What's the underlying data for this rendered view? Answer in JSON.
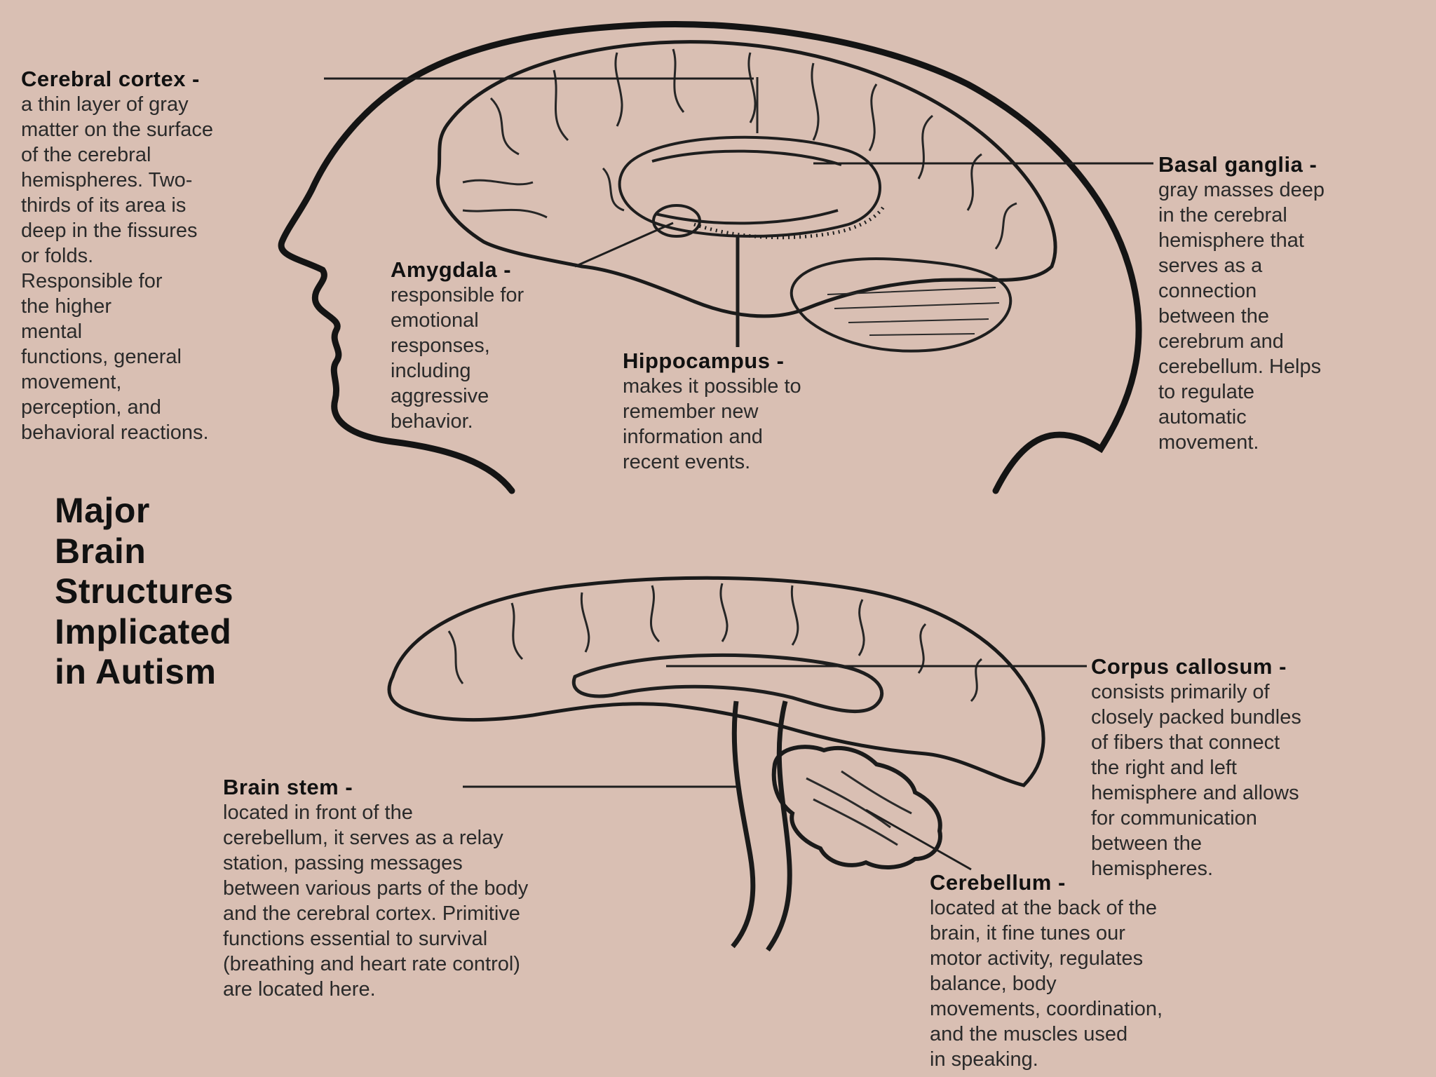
{
  "title": "Major\nBrain\nStructures\nImplicated\nin Autism",
  "labels": {
    "cerebral_cortex": {
      "term": "Cerebral cortex -",
      "desc": "a thin layer of gray\nmatter on the surface\nof the cerebral\nhemispheres. Two-\nthirds of its area is\ndeep in the fissures\nor folds.\nResponsible for\nthe higher\nmental\nfunctions, general\nmovement,\nperception, and\nbehavioral reactions."
    },
    "amygdala": {
      "term": "Amygdala -",
      "desc": "responsible for\nemotional\nresponses,\nincluding\naggressive\nbehavior."
    },
    "hippocampus": {
      "term": "Hippocampus -",
      "desc": "makes it possible to\nremember new\ninformation and\nrecent events."
    },
    "basal_ganglia": {
      "term": "Basal ganglia -",
      "desc": "gray masses deep\nin the cerebral\nhemisphere that\nserves as a\nconnection\nbetween the\ncerebrum and\ncerebellum. Helps\nto regulate\nautomatic\nmovement."
    },
    "corpus_callosum": {
      "term": "Corpus callosum -",
      "desc": "consists primarily of\nclosely packed bundles\nof fibers that connect\nthe right and left\nhemisphere and allows\nfor communication\nbetween the\nhemispheres."
    },
    "brain_stem": {
      "term": "Brain stem -",
      "desc": "located in front of the\ncerebellum, it serves as a relay\nstation, passing messages\nbetween various parts of the body\nand the cerebral cortex. Primitive\nfunctions essential to survival\n(breathing and heart rate control)\nare located here."
    },
    "cerebellum": {
      "term": "Cerebellum -",
      "desc": "located at the back of the\nbrain, it fine tunes our\nmotor activity, regulates\nbalance, body\nmovements, coordination,\nand the muscles used\nin speaking."
    }
  },
  "colors": {
    "background": "#d9bfb3",
    "ink": "#1e1e1e"
  }
}
